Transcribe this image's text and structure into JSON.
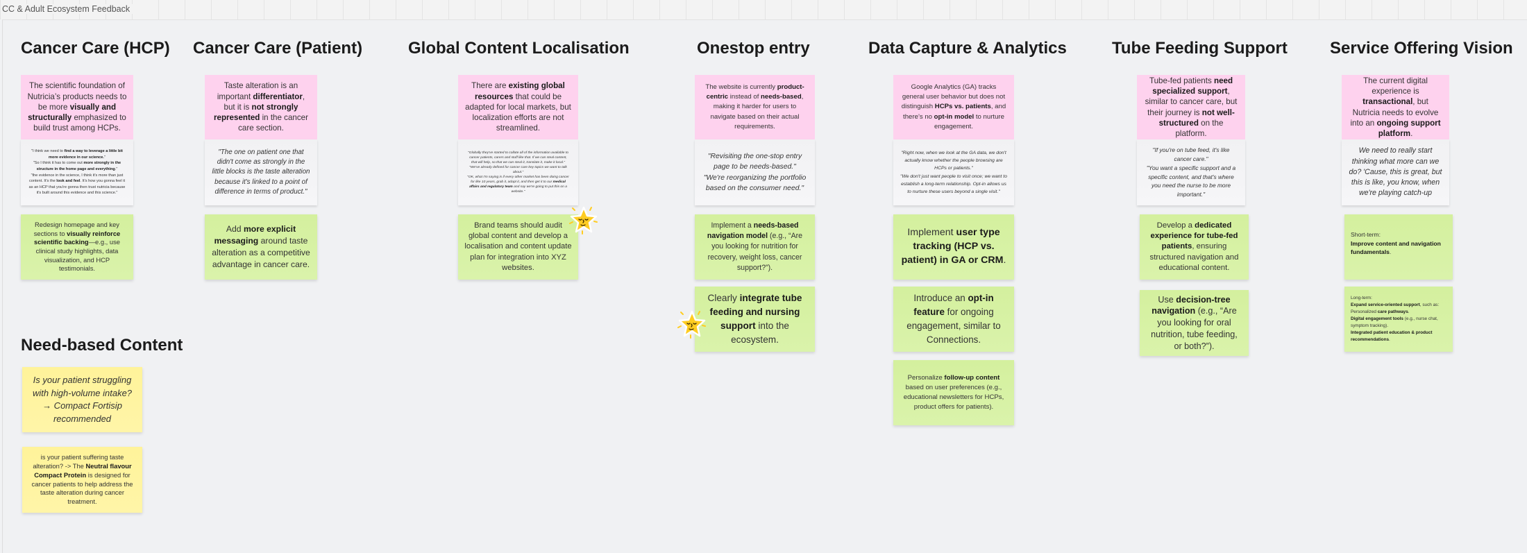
{
  "board": {
    "title": "CC & Adult Ecosystem Feedback"
  },
  "headings": {
    "hcp": "Cancer Care (HCP)",
    "patient": "Cancer Care (Patient)",
    "global": "Global Content Localisation",
    "onestop": "Onestop entry",
    "data": "Data Capture & Analytics",
    "tube": "Tube Feeding Support",
    "service": "Service Offering Vision",
    "need": "Need-based Content"
  },
  "colors": {
    "insight": "#fed2ee",
    "quote": "#f4f4f6",
    "recommendation": "#d6f1a4",
    "content": "#fff49e",
    "star": "#ffcc21"
  },
  "stickers": [
    "star-face-icon",
    "star-face-icon"
  ],
  "notes": {
    "hcp_insight": [
      [
        [
          "The scientific foundation of Nutricia’s products needs to be more ",
          0
        ],
        [
          "visually and structurally",
          1
        ],
        [
          " emphasized to build trust among HCPs.",
          0
        ]
      ]
    ],
    "hcp_quote": [
      [
        [
          "\"I think we need to ",
          0
        ],
        [
          "find a way to leverage a little bit more evidence in our science.",
          1
        ],
        [
          "\"",
          0
        ]
      ],
      [
        [
          "\"So I think it has to come out ",
          0
        ],
        [
          "more strongly in the structure in the home page and everything",
          1
        ],
        [
          ".\"",
          0
        ]
      ],
      [
        [
          "\"the evidence in the science, I think it's more than just content. It's the ",
          0
        ],
        [
          "look and feel",
          1
        ],
        [
          ". It's how you gonna feel it as an HCP that you're gonna then trust nutricia because it's built around this evidence and this science.\"",
          0
        ]
      ]
    ],
    "hcp_rec": [
      [
        [
          "Redesign homepage and key sections to ",
          0
        ],
        [
          "visually reinforce scientific backing",
          1
        ],
        [
          "—e.g., use clinical study highlights, data visualization, and HCP testimonials.",
          0
        ]
      ]
    ],
    "patient_insight": [
      [
        [
          "Taste alteration is an important ",
          0
        ],
        [
          "differentiator",
          1
        ],
        [
          ", but it is ",
          0
        ],
        [
          "not strongly represented",
          1
        ],
        [
          " in the cancer care section.",
          0
        ]
      ]
    ],
    "patient_quote": [
      [
        [
          "\"The one on patient one that didn't come as strongly in the little blocks is the taste alteration because it's linked to a point of difference in terms of product.\"",
          0
        ]
      ]
    ],
    "patient_rec": [
      [
        [
          "Add ",
          0
        ],
        [
          "more explicit messaging",
          1
        ],
        [
          " around taste alteration as a competitive advantage in cancer care.",
          0
        ]
      ]
    ],
    "global_insight": [
      [
        [
          "There are ",
          0
        ],
        [
          "existing global resources",
          1
        ],
        [
          " that could be adapted for local markets, but localization efforts are not streamlined.",
          0
        ]
      ]
    ],
    "global_quote": [
      [
        [
          "\"Globally they've started to collate all of the information available to cancer patients, carers and stuff like that. If we can steal content, that will help, so that we can steal it, translate it, make it local.\"",
          0
        ]
      ],
      [
        [
          "\"We've already defined for cancer care key topics we want to talk about.\"",
          0
        ]
      ],
      [
        [
          "\"OK, what I'm saying is if every other market has been doing cancer for like 10 years, grab it, adapt it, and then get it to our ",
          0
        ],
        [
          "medical affairs and regulatory team",
          1
        ],
        [
          " and say we're going to put this on a website.\"",
          0
        ]
      ]
    ],
    "global_rec": [
      [
        [
          "Brand teams should audit global content and develop a localisation and content update plan for integration into XYZ websites.",
          0
        ]
      ]
    ],
    "onestop_insight": [
      [
        [
          "The website is currently ",
          0
        ],
        [
          "product-centric",
          1
        ],
        [
          " instead of ",
          0
        ],
        [
          "needs-based",
          1
        ],
        [
          ", making it harder for users to navigate based on their actual requirements.",
          0
        ]
      ]
    ],
    "onestop_quote": [
      [
        [
          "\"Revisiting the one-stop entry page to be needs-based.\"",
          0
        ]
      ],
      [
        [
          "\"We're reorganizing the portfolio based on the consumer need.\"",
          0
        ]
      ]
    ],
    "onestop_rec1": [
      [
        [
          "Implement a ",
          0
        ],
        [
          "needs-based navigation model",
          1
        ],
        [
          " (e.g., “Are you looking for nutrition for recovery, weight loss, cancer support?”).",
          0
        ]
      ]
    ],
    "onestop_rec2": [
      [
        [
          "Clearly ",
          0
        ],
        [
          "integrate tube feeding and nursing support",
          1
        ],
        [
          " into the ecosystem.",
          0
        ]
      ]
    ],
    "data_insight": [
      [
        [
          "Google Analytics (GA) tracks general user behavior but does not distinguish ",
          0
        ],
        [
          "HCPs vs. patients",
          1
        ],
        [
          ", and there’s no ",
          0
        ],
        [
          "opt-in model",
          1
        ],
        [
          " to nurture engagement.",
          0
        ]
      ]
    ],
    "data_quote": [
      [
        [
          "\"Right now, when we look at the GA data, we don't actually know whether the people browsing are HCPs or patients.\"",
          0
        ]
      ],
      [
        [
          "\"We don't just want people to visit once; we want to establish a long-term relationship. Opt-in allows us to nurture these users beyond a single visit.\"",
          0
        ]
      ]
    ],
    "data_rec1": [
      [
        [
          "Implement ",
          0
        ],
        [
          "user type tracking (HCP vs. patient) in GA or CRM",
          1
        ],
        [
          ".",
          0
        ]
      ]
    ],
    "data_rec2": [
      [
        [
          "Introduce an ",
          0
        ],
        [
          "opt-in feature",
          1
        ],
        [
          " for ongoing engagement, similar to Connections.",
          0
        ]
      ]
    ],
    "data_rec3": [
      [
        [
          "Personalize ",
          0
        ],
        [
          "follow-up content",
          1
        ],
        [
          " based on user preferences (e.g., educational newsletters for HCPs, product offers for patients).",
          0
        ]
      ]
    ],
    "tube_insight": [
      [
        [
          "Tube-fed patients ",
          0
        ],
        [
          "need specialized support",
          1
        ],
        [
          ", similar to cancer care, but their journey is ",
          0
        ],
        [
          "not well-structured",
          1
        ],
        [
          " on the platform.",
          0
        ]
      ]
    ],
    "tube_quote": [
      [
        [
          "\"If you're on tube feed, it's like cancer care.\"",
          0
        ]
      ],
      [
        [
          "\"You want a specific support and a specific content, and that's where you need the nurse to be more important.\"",
          0
        ]
      ]
    ],
    "tube_rec1": [
      [
        [
          "Develop a ",
          0
        ],
        [
          "dedicated experience for tube-fed patients",
          1
        ],
        [
          ", ensuring structured navigation and educational content.",
          0
        ]
      ]
    ],
    "tube_rec2": [
      [
        [
          "Use ",
          0
        ],
        [
          "decision-tree navigation",
          1
        ],
        [
          " (e.g., “Are you looking for oral nutrition, tube feeding, or both?”).",
          0
        ]
      ]
    ],
    "service_insight": [
      [
        [
          "The current digital experience is ",
          0
        ],
        [
          "transactional",
          1
        ],
        [
          ", but Nutricia needs to evolve into an ",
          0
        ],
        [
          "ongoing support platform",
          1
        ],
        [
          ".",
          0
        ]
      ]
    ],
    "service_quote": [
      [
        [
          "We need to really start thinking what more can we do? 'Cause, this is great, but this is like, you know, when we're playing catch-up",
          0
        ]
      ]
    ],
    "service_rec1": [
      [
        [
          "Short-term:",
          0
        ]
      ],
      [
        [
          "Improve content and navigation fundamentals",
          1
        ],
        [
          ".",
          0
        ]
      ]
    ],
    "service_rec2": [
      [
        [
          "Long-term:",
          0
        ]
      ],
      [
        [
          "Expand service-oriented support",
          1
        ],
        [
          ", such as:",
          0
        ]
      ],
      [
        [
          "Personalized ",
          0
        ],
        [
          "care pathways",
          1
        ],
        [
          ".",
          0
        ]
      ],
      [
        [
          "Digital engagement tools",
          1
        ],
        [
          " (e.g., nurse chat, symptom tracking).",
          0
        ]
      ],
      [
        [
          "Integrated patient education & product recommendations",
          1
        ],
        [
          ".",
          0
        ]
      ]
    ],
    "need_1": [
      [
        [
          "Is your patient struggling with high-volume intake? → Compact Fortisip recommended",
          0
        ]
      ]
    ],
    "need_2": [
      [
        [
          "is your patient suffering taste alteration? -> The ",
          0
        ],
        [
          "Neutral flavour Compact Protein",
          1
        ],
        [
          " is designed for cancer patients to help address the taste alteration during cancer treatment.",
          0
        ]
      ]
    ]
  }
}
